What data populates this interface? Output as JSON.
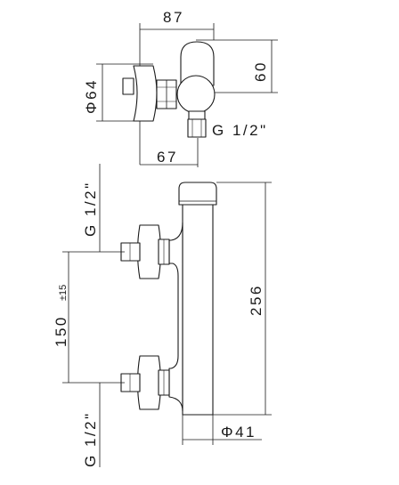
{
  "dimensions": {
    "top_width": "87",
    "top_height": "60",
    "diameter_handle": "Φ64",
    "thread_top": "G  1/2\"",
    "offset_width": "67",
    "thread_upper": "G  1/2\"",
    "center_distance": "150",
    "tolerance": "±15",
    "body_length": "256",
    "thread_lower": "G  1/2\"",
    "diameter_tube": "Φ41"
  }
}
